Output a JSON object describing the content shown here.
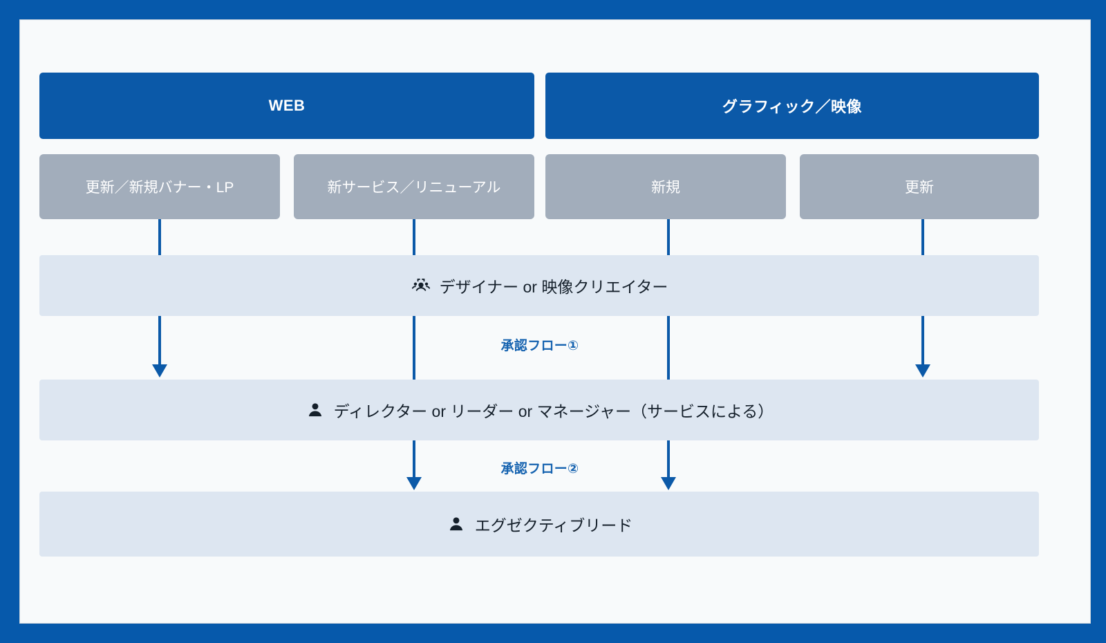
{
  "theme": {
    "outer_border_color": "#0659ab",
    "canvas_color": "#f8fafb",
    "category_color": "#0b59a8",
    "subcategory_color": "#a2adbb",
    "role_row_color": "#dde6f1",
    "connector_color": "#0b59a8",
    "flow_label_color": "#1663b0"
  },
  "diagram": {
    "type": "flowchart",
    "categories": [
      {
        "label": "WEB"
      },
      {
        "label": "グラフィック／映像"
      }
    ],
    "subcategories": [
      {
        "label": "更新／新規バナー・LP",
        "category": "WEB"
      },
      {
        "label": "新サービス／リニューアル",
        "category": "WEB"
      },
      {
        "label": "新規",
        "category": "グラフィック／映像"
      },
      {
        "label": "更新",
        "category": "グラフィック／映像"
      }
    ],
    "roles": [
      {
        "label": "デザイナー or 映像クリエイター",
        "icon": "people-group-icon"
      },
      {
        "label": "ディレクター or リーダー or マネージャー（サービスによる）",
        "icon": "person-icon"
      },
      {
        "label": "エグゼクティブリード",
        "icon": "person-icon"
      }
    ],
    "flow_labels": [
      {
        "label": "承認フロー①"
      },
      {
        "label": "承認フロー②"
      }
    ],
    "connections": [
      {
        "from": "更新／新規バナー・LP",
        "through": "デザイナー or 映像クリエイター",
        "to": "ディレクター or リーダー or マネージャー（サービスによる）",
        "terminates": true
      },
      {
        "from": "新サービス／リニューアル",
        "through": "デザイナー or 映像クリエイター",
        "to": "エグゼクティブリード",
        "terminates": true
      },
      {
        "from": "新規",
        "through": "デザイナー or 映像クリエイター",
        "to": "エグゼクティブリード",
        "terminates": true
      },
      {
        "from": "更新",
        "through": "デザイナー or 映像クリエイター",
        "to": "ディレクター or リーダー or マネージャー（サービスによる）",
        "terminates": true
      }
    ]
  }
}
